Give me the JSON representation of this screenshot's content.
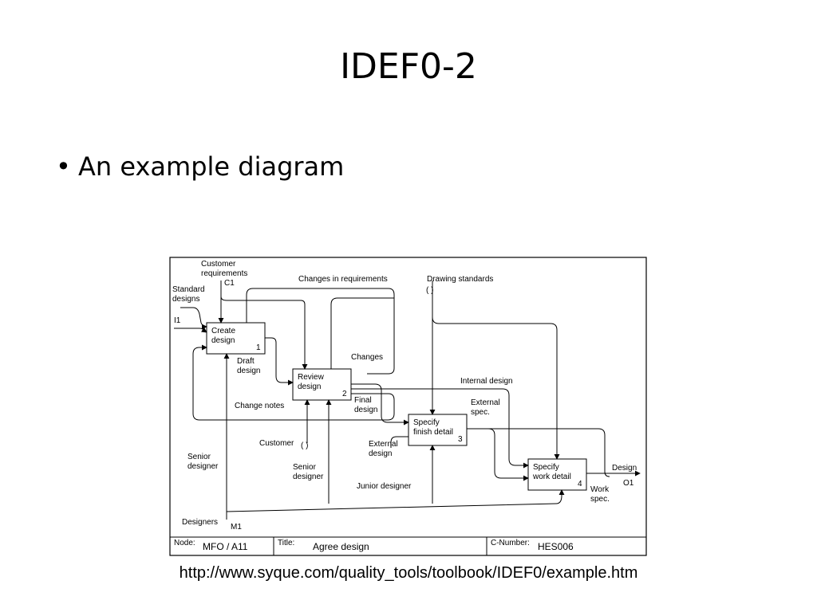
{
  "slide": {
    "title": "IDEF0-2",
    "bullet": "An example diagram",
    "source_url": "http://www.syque.com/quality_tools/toolbook/IDEF0/example.htm"
  },
  "diagram": {
    "boxes": {
      "create": {
        "line1": "Create",
        "line2": "design",
        "number": "1"
      },
      "review": {
        "line1": "Review",
        "line2": "design",
        "number": "2"
      },
      "specify_finish": {
        "line1": "Specify",
        "line2": "finish detail",
        "number": "3"
      },
      "specify_work": {
        "line1": "Specify",
        "line2": "work detail",
        "number": "4"
      }
    },
    "labels": {
      "customer_requirements_1": "Customer",
      "customer_requirements_2": "requirements",
      "c1": "C1",
      "standard_designs_1": "Standard",
      "standard_designs_2": "designs",
      "i1": "I1",
      "changes_in_requirements": "Changes in requirements",
      "drawing_standards": "Drawing standards",
      "changes": "Changes",
      "draft_design_1": "Draft",
      "draft_design_2": "design",
      "internal_design": "Internal design",
      "external_spec_1": "External",
      "external_spec_2": "spec.",
      "change_notes": "Change notes",
      "final_design_1": "Final",
      "final_design_2": "design",
      "customer": "Customer",
      "external_design_1": "External",
      "external_design_2": "design",
      "senior_designer_1": "Senior",
      "senior_designer_2": "designer",
      "senior_designer_b1": "Senior",
      "senior_designer_b2": "designer",
      "junior_designer": "Junior designer",
      "design": "Design",
      "o1": "O1",
      "work_spec_1": "Work",
      "work_spec_2": "spec.",
      "designers": "Designers",
      "m1": "M1"
    },
    "footer": {
      "node_label": "Node:",
      "node_value": "MFO / A11",
      "title_label": "Title:",
      "title_value": "Agree design",
      "cnumber_label": "C-Number:",
      "cnumber_value": "HES006"
    }
  }
}
